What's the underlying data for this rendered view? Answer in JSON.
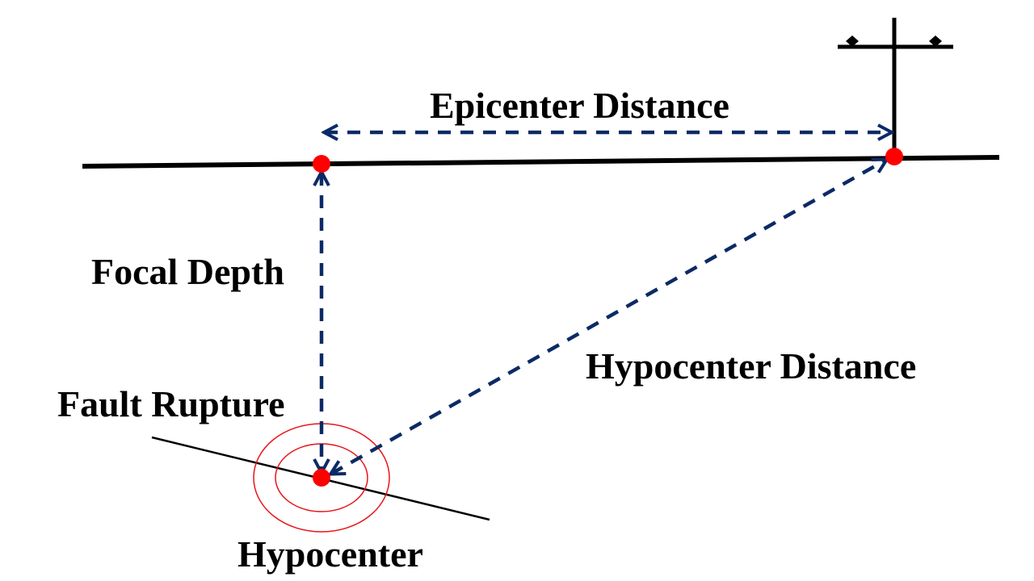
{
  "labels": {
    "epicenter_distance": "Epicenter Distance",
    "focal_depth": "Focal Depth",
    "hypocenter_distance": "Hypocenter Distance",
    "fault_rupture": "Fault Rupture",
    "hypocenter": "Hypocenter"
  },
  "colors": {
    "ground_line": "#000000",
    "arrow": "#0b2a66",
    "point": "#ff0000",
    "wave_ring": "#e8141a",
    "fault_line": "#000000"
  },
  "icons": {
    "station": "seismic-station-icon"
  }
}
